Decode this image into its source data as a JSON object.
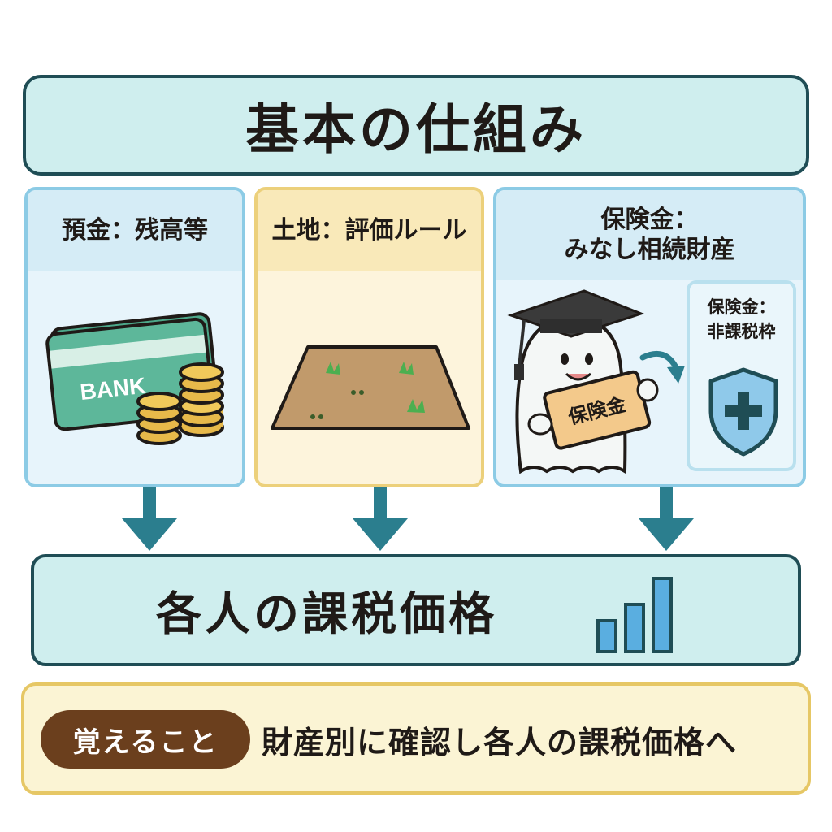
{
  "title": "基本の仕組み",
  "panels": {
    "deposit": {
      "label": "預金：残高等",
      "card_text": "BANK",
      "icon": "bank-card-and-coins-icon"
    },
    "land": {
      "label": "土地：評価ルール",
      "icon": "land-plot-icon"
    },
    "insurance": {
      "label_line1": "保険金：",
      "label_line2": "みなし相続財産",
      "sign_text": "保険金",
      "icon": "ghost-mascot-icon",
      "sub": {
        "line1": "保険金：",
        "line2": "非課税枠",
        "icon": "shield-plus-icon"
      }
    }
  },
  "result": {
    "label": "各人の課税価格",
    "icon": "bar-chart-icon"
  },
  "note": {
    "badge": "覚えること",
    "text": "財産別に確認し各人の課税価格へ"
  },
  "colors": {
    "teal_dark": "#1f4d55",
    "teal_light": "#cfeeee",
    "arrow": "#2b7e8e",
    "blue_panel": "#e7f4fb",
    "yellow_panel": "#fdf4dc",
    "badge_brown": "#6b3f1d"
  }
}
